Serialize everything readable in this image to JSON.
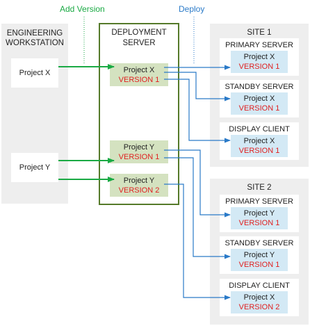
{
  "labels": {
    "add_version": "Add Version",
    "deploy": "Deploy"
  },
  "engineering": {
    "title_line1": "ENGINEERING",
    "title_line2": "WORKSTATION",
    "projects": [
      "Project X",
      "Project Y"
    ]
  },
  "deployment": {
    "title_line1": "DEPLOYMENT",
    "title_line2": "SERVER",
    "items": [
      {
        "project": "Project X",
        "version": "VERSION 1"
      },
      {
        "project": "Project Y",
        "version": "VERSION 1"
      },
      {
        "project": "Project Y",
        "version": "VERSION 2"
      }
    ]
  },
  "sites": [
    {
      "title": "SITE 1",
      "nodes": [
        {
          "role": "PRIMARY SERVER",
          "project": "Project X",
          "version": "VERSION 1"
        },
        {
          "role": "STANDBY SERVER",
          "project": "Project X",
          "version": "VERSION 1"
        },
        {
          "role": "DISPLAY CLIENT",
          "project": "Project X",
          "version": "VERSION 1"
        }
      ]
    },
    {
      "title": "SITE 2",
      "nodes": [
        {
          "role": "PRIMARY SERVER",
          "project": "Project Y",
          "version": "VERSION 1"
        },
        {
          "role": "STANDBY SERVER",
          "project": "Project Y",
          "version": "VERSION 1"
        },
        {
          "role": "DISPLAY CLIENT",
          "project": "Project X",
          "version": "VERSION 2"
        }
      ]
    }
  ],
  "colors": {
    "add_arrow": "#1aaa44",
    "deploy_arrow": "#2a7ac8",
    "deployment_border": "#557a2a",
    "deployment_item": "#d4e2c0",
    "site_item": "#d3e9f5",
    "version_text": "#e02020"
  }
}
